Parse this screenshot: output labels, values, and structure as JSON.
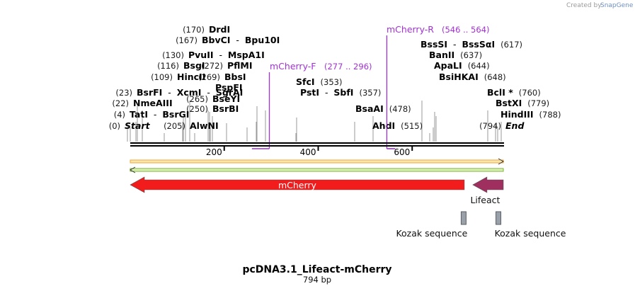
{
  "watermark": {
    "prefix": "Created by",
    "brand": "SnapGene"
  },
  "map": {
    "name": "pcDNA3.1_Lifeact-mCherry",
    "length_label": "794 bp",
    "length": 794
  },
  "ruler": {
    "ticks": [
      200,
      400,
      600
    ]
  },
  "sites": [
    {
      "pos": 0,
      "pos_label": "(0)",
      "parts": [
        {
          "text": "Start",
          "italic": true
        }
      ]
    },
    {
      "pos": 4,
      "pos_label": "(4)",
      "parts": [
        {
          "text": "TatI"
        },
        {
          "sep": "-"
        },
        {
          "text": "BsrGI"
        }
      ]
    },
    {
      "pos": 22,
      "pos_label": "(22)",
      "parts": [
        {
          "text": "NmeAIII"
        }
      ]
    },
    {
      "pos": 23,
      "pos_label": "(23)",
      "parts": [
        {
          "text": "BsrFI"
        },
        {
          "sep": "-"
        },
        {
          "text": "XcmI"
        },
        {
          "sep": "-"
        },
        {
          "text": "SgrAI"
        }
      ]
    },
    {
      "pos": 109,
      "pos_label": "(109)",
      "parts": [
        {
          "text": "HincII"
        }
      ]
    },
    {
      "pos": 116,
      "pos_label": "(116)",
      "parts": [
        {
          "text": "BsgI"
        }
      ]
    },
    {
      "pos": 130,
      "pos_label": "(130)",
      "parts": [
        {
          "text": "PvuII"
        },
        {
          "sep": "-"
        },
        {
          "text": "MspA1I"
        }
      ]
    },
    {
      "pos": 167,
      "pos_label": "(167)",
      "parts": [
        {
          "text": "BbvCI"
        },
        {
          "sep": "-"
        },
        {
          "text": "Bpu10I"
        }
      ]
    },
    {
      "pos": 170,
      "pos_label": "(170)",
      "parts": [
        {
          "text": "DrdI"
        }
      ]
    },
    {
      "pos": 205,
      "pos_label": "(205)",
      "parts": [
        {
          "text": "AlwNI"
        }
      ]
    },
    {
      "pos": 250,
      "pos_label": "(250)",
      "parts": [
        {
          "text": "BsrBI"
        }
      ]
    },
    {
      "pos": 265,
      "pos_label": "(265)",
      "parts": [
        {
          "text": "BseYI"
        }
      ]
    },
    {
      "pos": 265,
      "pos_label": "",
      "parts": [
        {
          "text": "PspFI"
        }
      ]
    },
    {
      "pos": 269,
      "pos_label": "(269)",
      "parts": [
        {
          "text": "BbsI"
        }
      ]
    },
    {
      "pos": 272,
      "pos_label": "(272)",
      "parts": [
        {
          "text": "PflMI"
        }
      ]
    },
    {
      "pos": 353,
      "pos_label": "(353)",
      "parts": [
        {
          "text": "SfcI"
        }
      ]
    },
    {
      "pos": 357,
      "pos_label": "(357)",
      "parts": [
        {
          "text": "PstI"
        },
        {
          "sep": "-"
        },
        {
          "text": "SbfI"
        }
      ]
    },
    {
      "pos": 478,
      "pos_label": "(478)",
      "parts": [
        {
          "text": "BsaAI"
        }
      ]
    },
    {
      "pos": 515,
      "pos_label": "(515)",
      "parts": [
        {
          "text": "AhdI"
        }
      ]
    },
    {
      "pos": 617,
      "pos_label": "(617)",
      "parts": [
        {
          "text": "BssSI"
        },
        {
          "sep": "-"
        },
        {
          "text": "BssSαI"
        }
      ]
    },
    {
      "pos": 637,
      "pos_label": "(637)",
      "parts": [
        {
          "text": "BanII"
        }
      ]
    },
    {
      "pos": 644,
      "pos_label": "(644)",
      "parts": [
        {
          "text": "ApaLI"
        }
      ]
    },
    {
      "pos": 648,
      "pos_label": "(648)",
      "parts": [
        {
          "text": "BsiHKAI"
        }
      ]
    },
    {
      "pos": 760,
      "pos_label": "(760)",
      "parts": [
        {
          "text": "BclI *"
        }
      ]
    },
    {
      "pos": 779,
      "pos_label": "(779)",
      "parts": [
        {
          "text": "BstXI"
        }
      ]
    },
    {
      "pos": 788,
      "pos_label": "(788)",
      "parts": [
        {
          "text": "HindIII"
        }
      ]
    },
    {
      "pos": 794,
      "pos_label": "(794)",
      "parts": [
        {
          "text": "End",
          "italic": true
        }
      ]
    }
  ],
  "primers": [
    {
      "name": "mCherry-F",
      "range_label": "(277 .. 296)",
      "start": 277,
      "end": 296,
      "strand": "reverse"
    },
    {
      "name": "mCherry-R",
      "range_label": "(546 .. 564)",
      "start": 546,
      "end": 564,
      "strand": "forward"
    }
  ],
  "features": [
    {
      "name": "mCherry",
      "start": 0,
      "end": 711,
      "direction": "reverse",
      "color": "#f21c1c",
      "label_inside": true
    },
    {
      "name": "Lifeact",
      "start": 729,
      "end": 794,
      "direction": "reverse",
      "color": "#9e2f5e",
      "label_inside": false
    },
    {
      "name": "Kozak sequence",
      "start": 705,
      "end": 714,
      "direction": "none",
      "color": "#9aa0a8",
      "label_inside": false
    },
    {
      "name": "Kozak sequence",
      "start": 779,
      "end": 788,
      "direction": "none",
      "color": "#9aa0a8",
      "label_inside": false
    }
  ],
  "strand_arrows": {
    "forward_color": "#f0a830",
    "reverse_color": "#7ab828"
  }
}
